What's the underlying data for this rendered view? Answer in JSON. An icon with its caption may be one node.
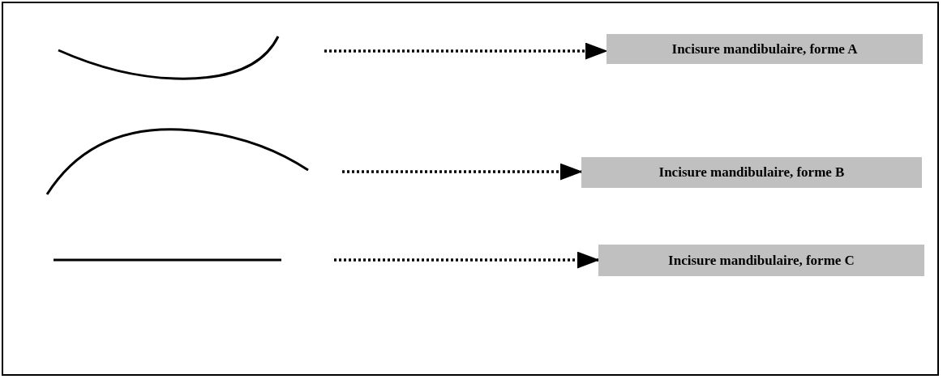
{
  "diagram": {
    "nodes": [
      {
        "text": [],
        "shape": "picture"
      },
      {
        "text": [
          "Incisure mandibulaire, forme A"
        ]
      },
      {
        "text": [],
        "shape": "picture"
      },
      {
        "text": [
          "Incisure mandibulaire, forme B"
        ]
      },
      {
        "text": [],
        "shape": "picture"
      },
      {
        "text": [
          "Incisure mandibulaire, forme C"
        ]
      }
    ],
    "edges": [
      {
        "from": 0,
        "to": 1,
        "arrow": "to",
        "style": "dashed"
      },
      {
        "from": 2,
        "to": 3,
        "arrow": "to",
        "style": "dashed"
      },
      {
        "from": 4,
        "to": 5,
        "arrow": "to",
        "style": "dashed"
      }
    ]
  }
}
